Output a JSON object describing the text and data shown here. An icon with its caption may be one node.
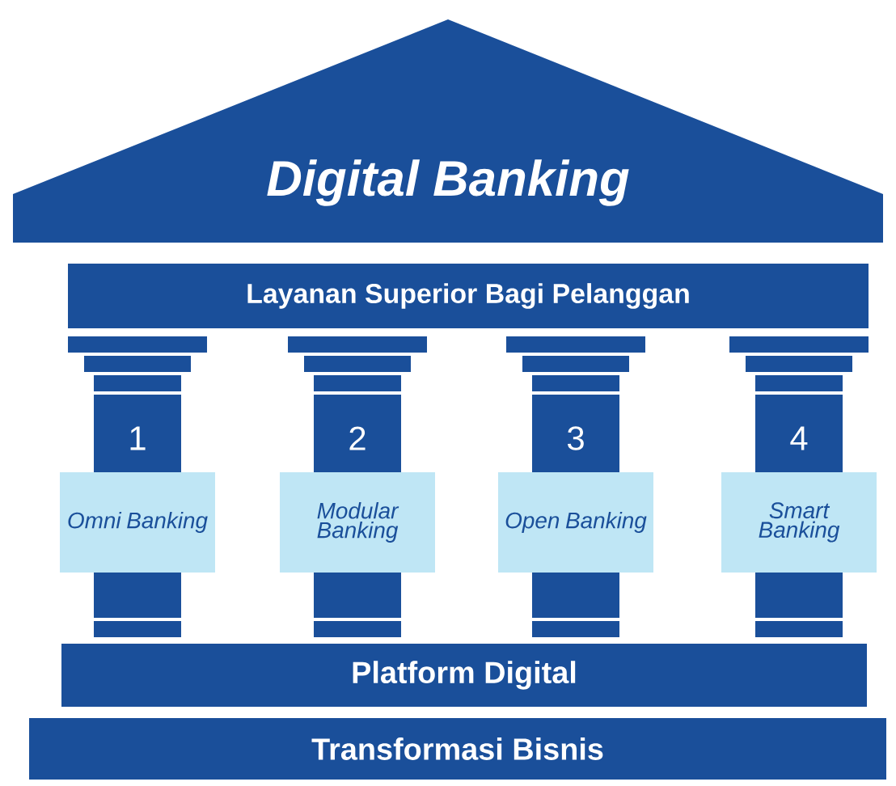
{
  "diagram": {
    "nodes": [
      {
        "text": [
          "Digital Banking"
        ]
      },
      {
        "text": [
          "Layanan Superior Bagi Pelanggan"
        ]
      },
      {
        "text": [
          "1",
          "Omni Banking"
        ]
      },
      {
        "text": [
          "2",
          "Modular Banking"
        ]
      },
      {
        "text": [
          "3",
          "Open Banking"
        ]
      },
      {
        "text": [
          "4",
          "Smart Banking"
        ]
      },
      {
        "text": [
          "Platform Digital"
        ]
      },
      {
        "text": [
          "Transformasi Bisnis"
        ]
      }
    ]
  }
}
